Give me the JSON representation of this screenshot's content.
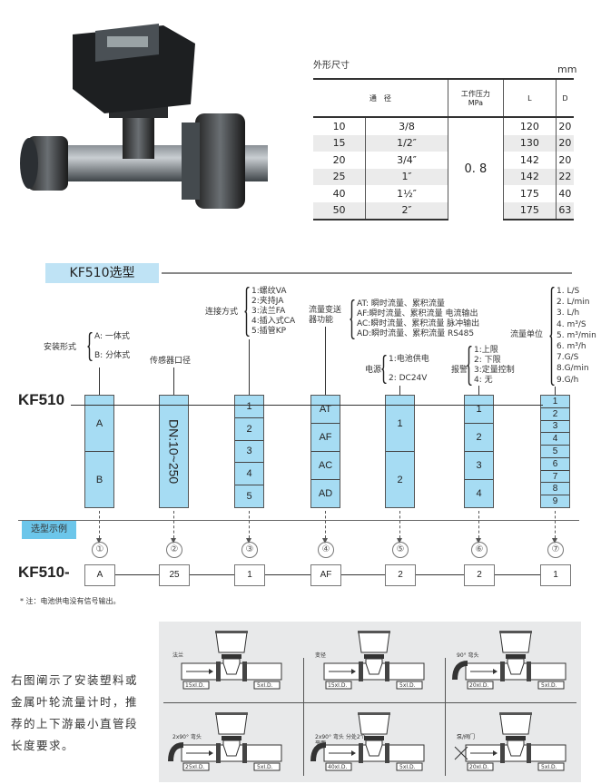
{
  "dimensions": {
    "title": "外形尺寸",
    "unit": "mm",
    "headers": [
      "通　径",
      "工作压力",
      "MPa",
      "L",
      "D"
    ],
    "pressure": "0. 8",
    "rows": [
      [
        "10",
        "3/8",
        "120",
        "20"
      ],
      [
        "15",
        "1/2″",
        "130",
        "20"
      ],
      [
        "20",
        "3/4″",
        "142",
        "20"
      ],
      [
        "25",
        "1″",
        "142",
        "22"
      ],
      [
        "40",
        "1½″",
        "175",
        "40"
      ],
      [
        "50",
        "2″",
        "175",
        "63"
      ]
    ]
  },
  "selection": {
    "title": "KF510选型",
    "model": "KF510",
    "groups": [
      {
        "label": "安装形式",
        "options": [
          "A: 一体式",
          "B: 分体式"
        ],
        "cells": [
          "A",
          "B"
        ]
      },
      {
        "label": "传感器口径",
        "options": [],
        "cells": [
          "DN:10~250"
        ]
      },
      {
        "label": "连接方式",
        "options": [
          "1:螺纹VA",
          "2:夹持JA",
          "3:法兰FA",
          "4:插入式CA",
          "5:插管KP"
        ],
        "cells": [
          "1",
          "2",
          "3",
          "4",
          "5"
        ]
      },
      {
        "label": "流量变送器功能",
        "options": [
          "AT: 瞬时流量、累积流量",
          "AF:瞬时流量、累积流量  电流输出",
          "AC:瞬时流量、累积流量  脉冲输出",
          "AD:瞬时流量、累积流量  RS485"
        ],
        "cells": [
          "AT",
          "AF",
          "AC",
          "AD"
        ]
      },
      {
        "label": "电源",
        "options": [
          "1:电池供电",
          "2: DC24V"
        ],
        "cells": [
          "1",
          "2"
        ]
      },
      {
        "label": "报警",
        "options": [
          "1:上限",
          "2: 下限",
          "3:定量控制",
          "4: 无"
        ],
        "cells": [
          "1",
          "2",
          "3",
          "4"
        ]
      },
      {
        "label": "流量单位",
        "options": [
          "1. L/S",
          "2. L/min",
          "3. L/h",
          "4. m³/S",
          "5. m³/min",
          "6. m³/h",
          "7.G/S",
          "8.G/min",
          "9.G/h"
        ],
        "cells": [
          "1",
          "2",
          "3",
          "4",
          "5",
          "6",
          "7",
          "8",
          "9"
        ]
      }
    ]
  },
  "example": {
    "title": "选型示例",
    "model": "KF510-",
    "markers": [
      "①",
      "②",
      "③",
      "④",
      "⑤",
      "⑥",
      "⑦"
    ],
    "values": [
      "A",
      "25",
      "1",
      "AF",
      "2",
      "2",
      "1"
    ],
    "note": "* 注：电池供电没有信号输出。"
  },
  "install": {
    "text": "右图阐示了安装塑料或金属叶轮流量计时，推荐的上下游最小直管段长度要求。",
    "diagrams": [
      {
        "label": "法兰",
        "up": "15xI.D.",
        "down": "5xI.D."
      },
      {
        "label": "变径",
        "up": "15xI.D.",
        "down": "5xI.D."
      },
      {
        "label": "90° 弯头",
        "up": "20xI.D.",
        "down": "5xI.D."
      },
      {
        "label": "2x90° 弯头",
        "up": "25xI.D.",
        "down": "5xI.D."
      },
      {
        "label": "2x90° 弯头 分处2个平面",
        "up": "40xI.D.",
        "down": "5xI.D."
      },
      {
        "label": "泵/阀门",
        "up": "20xI.D.",
        "down": "5xI.D."
      }
    ]
  },
  "colors": {
    "cell": "#a6dcf3",
    "header": "#bfe3f5",
    "example_tag": "#6cc6ea",
    "panel": "#e8e9ea"
  }
}
